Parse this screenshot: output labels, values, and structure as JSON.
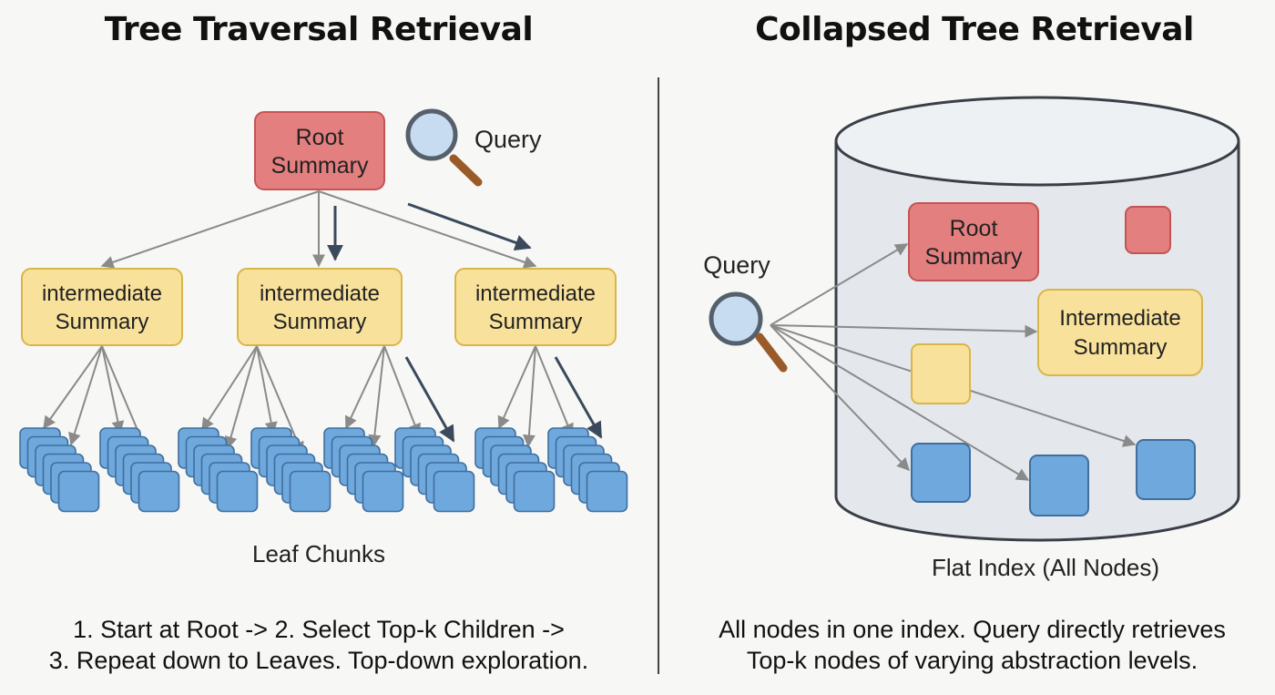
{
  "left_panel": {
    "title": "Tree Traversal Retrieval",
    "root_node": {
      "line1": "Root",
      "line2": "Summary"
    },
    "query_label": "Query",
    "intermediate_nodes": [
      {
        "line1": "intermediate",
        "line2": "Summary"
      },
      {
        "line1": "intermediate",
        "line2": "Summary"
      },
      {
        "line1": "intermediate",
        "line2": "Summary"
      }
    ],
    "leaf_label": "Leaf Chunks",
    "caption_line1": "1. Start at Root -> 2. Select Top-k Children ->",
    "caption_line2": "3. Repeat down to Leaves. Top-down exploration."
  },
  "right_panel": {
    "title": "Collapsed Tree Retrieval",
    "query_label": "Query",
    "root_node": {
      "line1": "Root",
      "line2": "Summary"
    },
    "intermediate_node": {
      "line1": "Intermediate",
      "line2": "Summary"
    },
    "index_label": "Flat Index (All Nodes)",
    "caption_line1": "All nodes in one index. Query directly retrieves",
    "caption_line2": "Top-k nodes of varying abstraction levels."
  },
  "colors": {
    "root_fill": "#e47f7f",
    "root_stroke": "#c45454",
    "intermediate_fill": "#f8e19a",
    "intermediate_stroke": "#d9b64a",
    "leaf_fill": "#6fa8dc",
    "leaf_stroke": "#3f6f9f",
    "arrow_gray": "#8a8a8a",
    "arrow_dark": "#3a4a5c",
    "cylinder_fill": "#e4e8ec",
    "cylinder_stroke": "#3a3f47"
  }
}
